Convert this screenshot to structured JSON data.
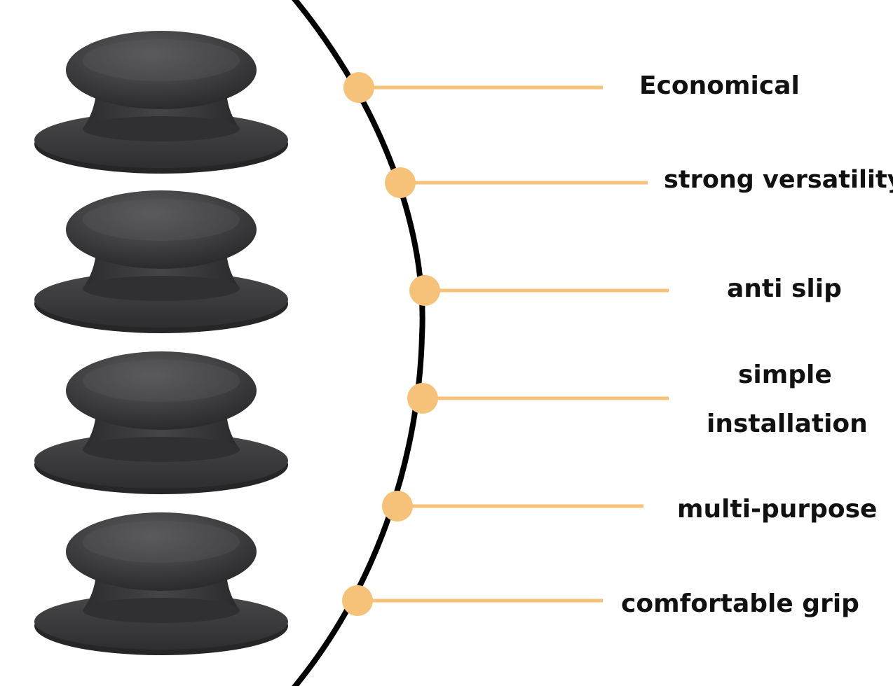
{
  "features": [
    {
      "name": "economical",
      "lines": [
        "Economical"
      ]
    },
    {
      "name": "strong-versatility",
      "lines": [
        "strong versatility"
      ]
    },
    {
      "name": "anti-slip",
      "lines": [
        "anti slip"
      ]
    },
    {
      "name": "simple-installation",
      "lines": [
        "simple",
        "installation"
      ]
    },
    {
      "name": "multi-purpose",
      "lines": [
        "multi-purpose"
      ]
    },
    {
      "name": "comfortable-grip",
      "lines": [
        "comfortable grip"
      ]
    }
  ],
  "product": {
    "knob_count": 4,
    "knob_icon": "pot-lid-knob-icon"
  },
  "colors": {
    "accent": "#F6C27A",
    "arc": "#000000",
    "knob": "#3E3E40",
    "text": "#111111",
    "background": "#FFFFFF"
  }
}
